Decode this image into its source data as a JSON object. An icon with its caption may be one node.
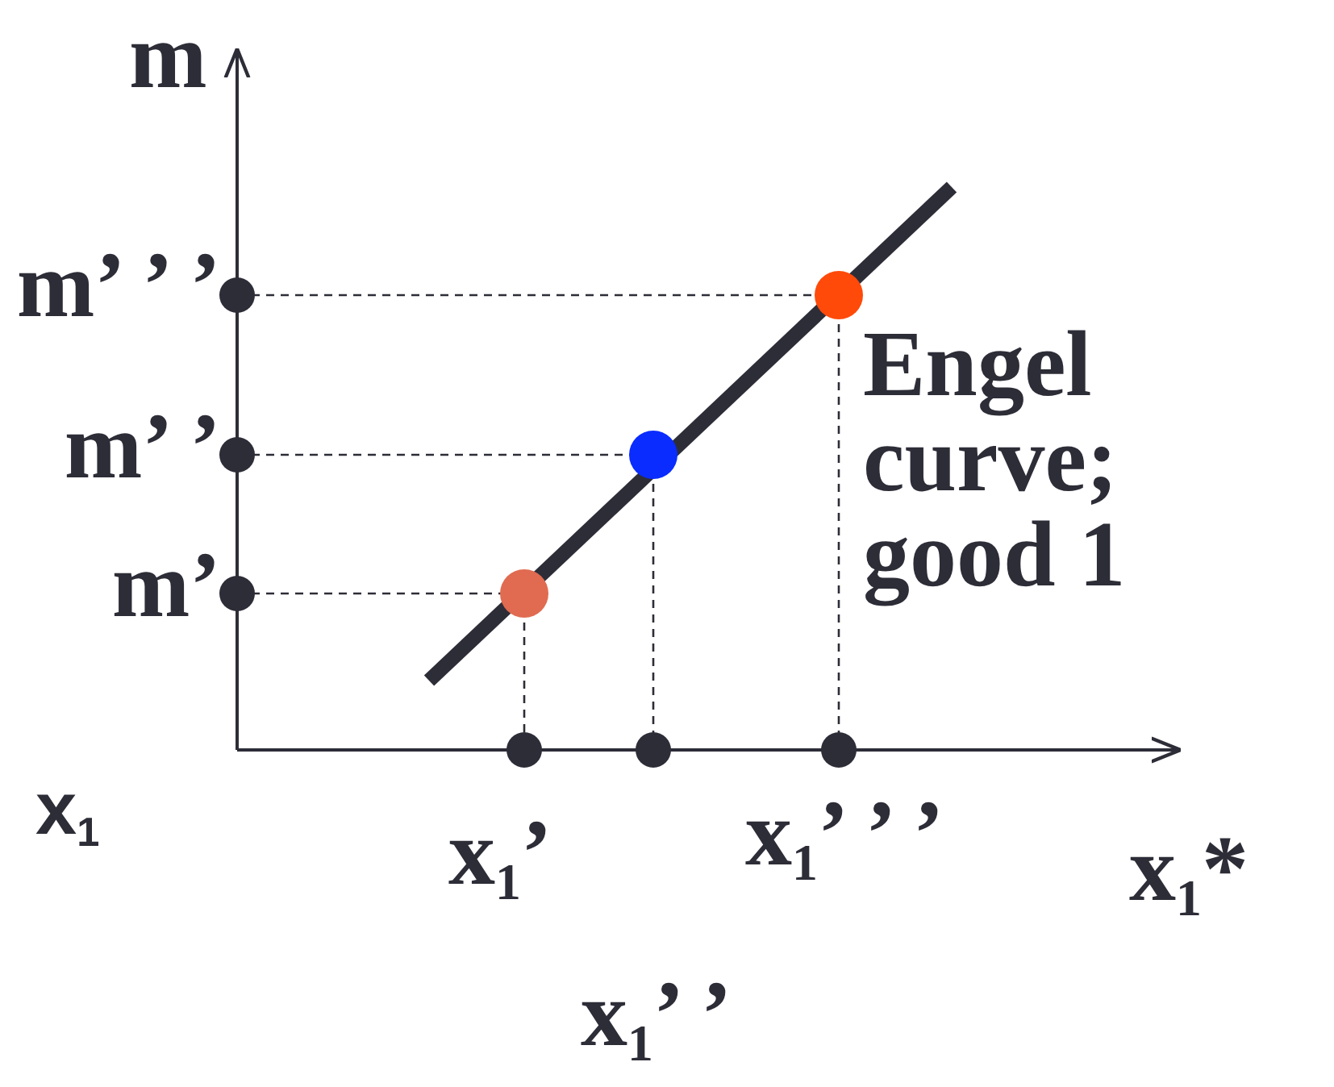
{
  "diagram": {
    "labels": [
      "m",
      "m’ ’ ’",
      "Engel curve; good 1",
      "m’ ’",
      "m’",
      "x$_{1}$",
      "x$_{1}$’",
      "x$_{1}$’ ’ ’",
      "x$_{1}$*",
      "x$_{1}$’ ’"
    ]
  }
}
